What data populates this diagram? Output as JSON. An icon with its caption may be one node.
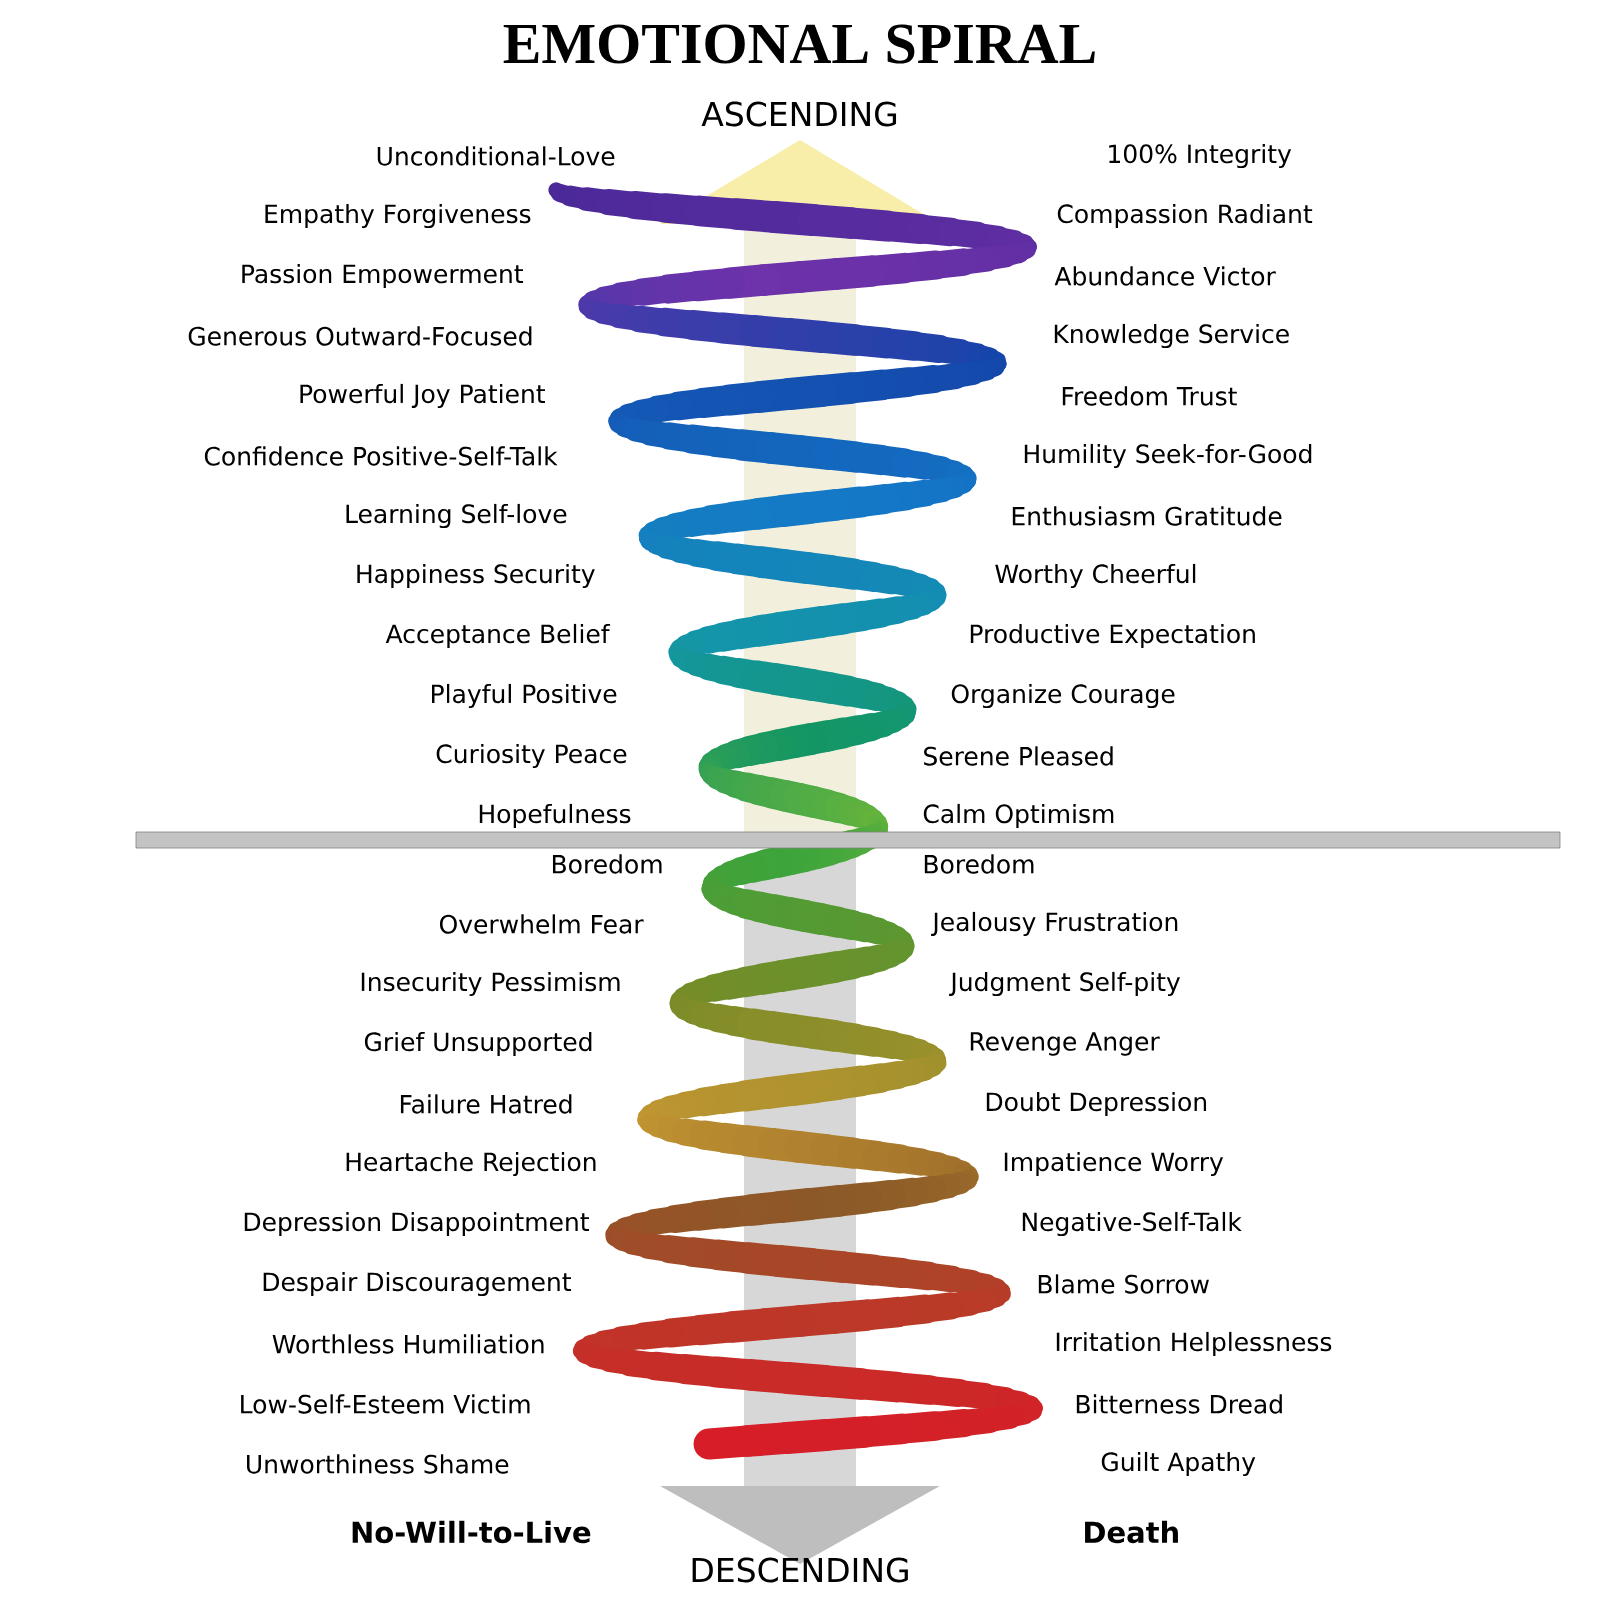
{
  "diagram": {
    "title": "EMOTIONAL SPIRAL",
    "labels": [
      "ASCENDING",
      "Unconditional-Love",
      "100% Integrity",
      "Empathy   Forgiveness",
      "Compassion   Radiant",
      "Passion   Empowerment",
      "Abundance   Victor",
      "Generous   Outward-Focused",
      "Knowledge   Service",
      "Powerful   Joy   Patient",
      "Freedom   Trust",
      "Confidence   Positive-Self-Talk",
      "Humility   Seek-for-Good",
      "Learning   Self-love",
      "Enthusiasm   Gratitude",
      "Happiness   Security",
      "Worthy   Cheerful",
      "Acceptance   Belief",
      "Productive Expectation",
      "Playful   Positive",
      "Organize Courage",
      "Curiosity Peace",
      "Serene   Pleased",
      "Hopefulness",
      "Calm Optimism",
      "Boredom",
      "Boredom",
      "Overwhelm   Fear",
      "Jealousy   Frustration",
      "Insecurity   Pessimism",
      "Judgment   Self-pity",
      "Grief   Unsupported",
      "Revenge   Anger",
      "Failure   Hatred",
      "Doubt   Depression",
      "Heartache Rejection",
      "Impatience   Worry",
      "Depression Disappointment",
      "Negative-Self-Talk",
      "Despair   Discouragement",
      "Blame   Sorrow",
      "Worthless   Humiliation",
      "Irritation   Helplessness",
      "Low-Self-Esteem   Victim",
      "Bitterness   Dread",
      "Unworthiness   Shame",
      "Guilt   Apathy",
      "No-Will-to-Live",
      "Death",
      "DESCENDING"
    ]
  }
}
